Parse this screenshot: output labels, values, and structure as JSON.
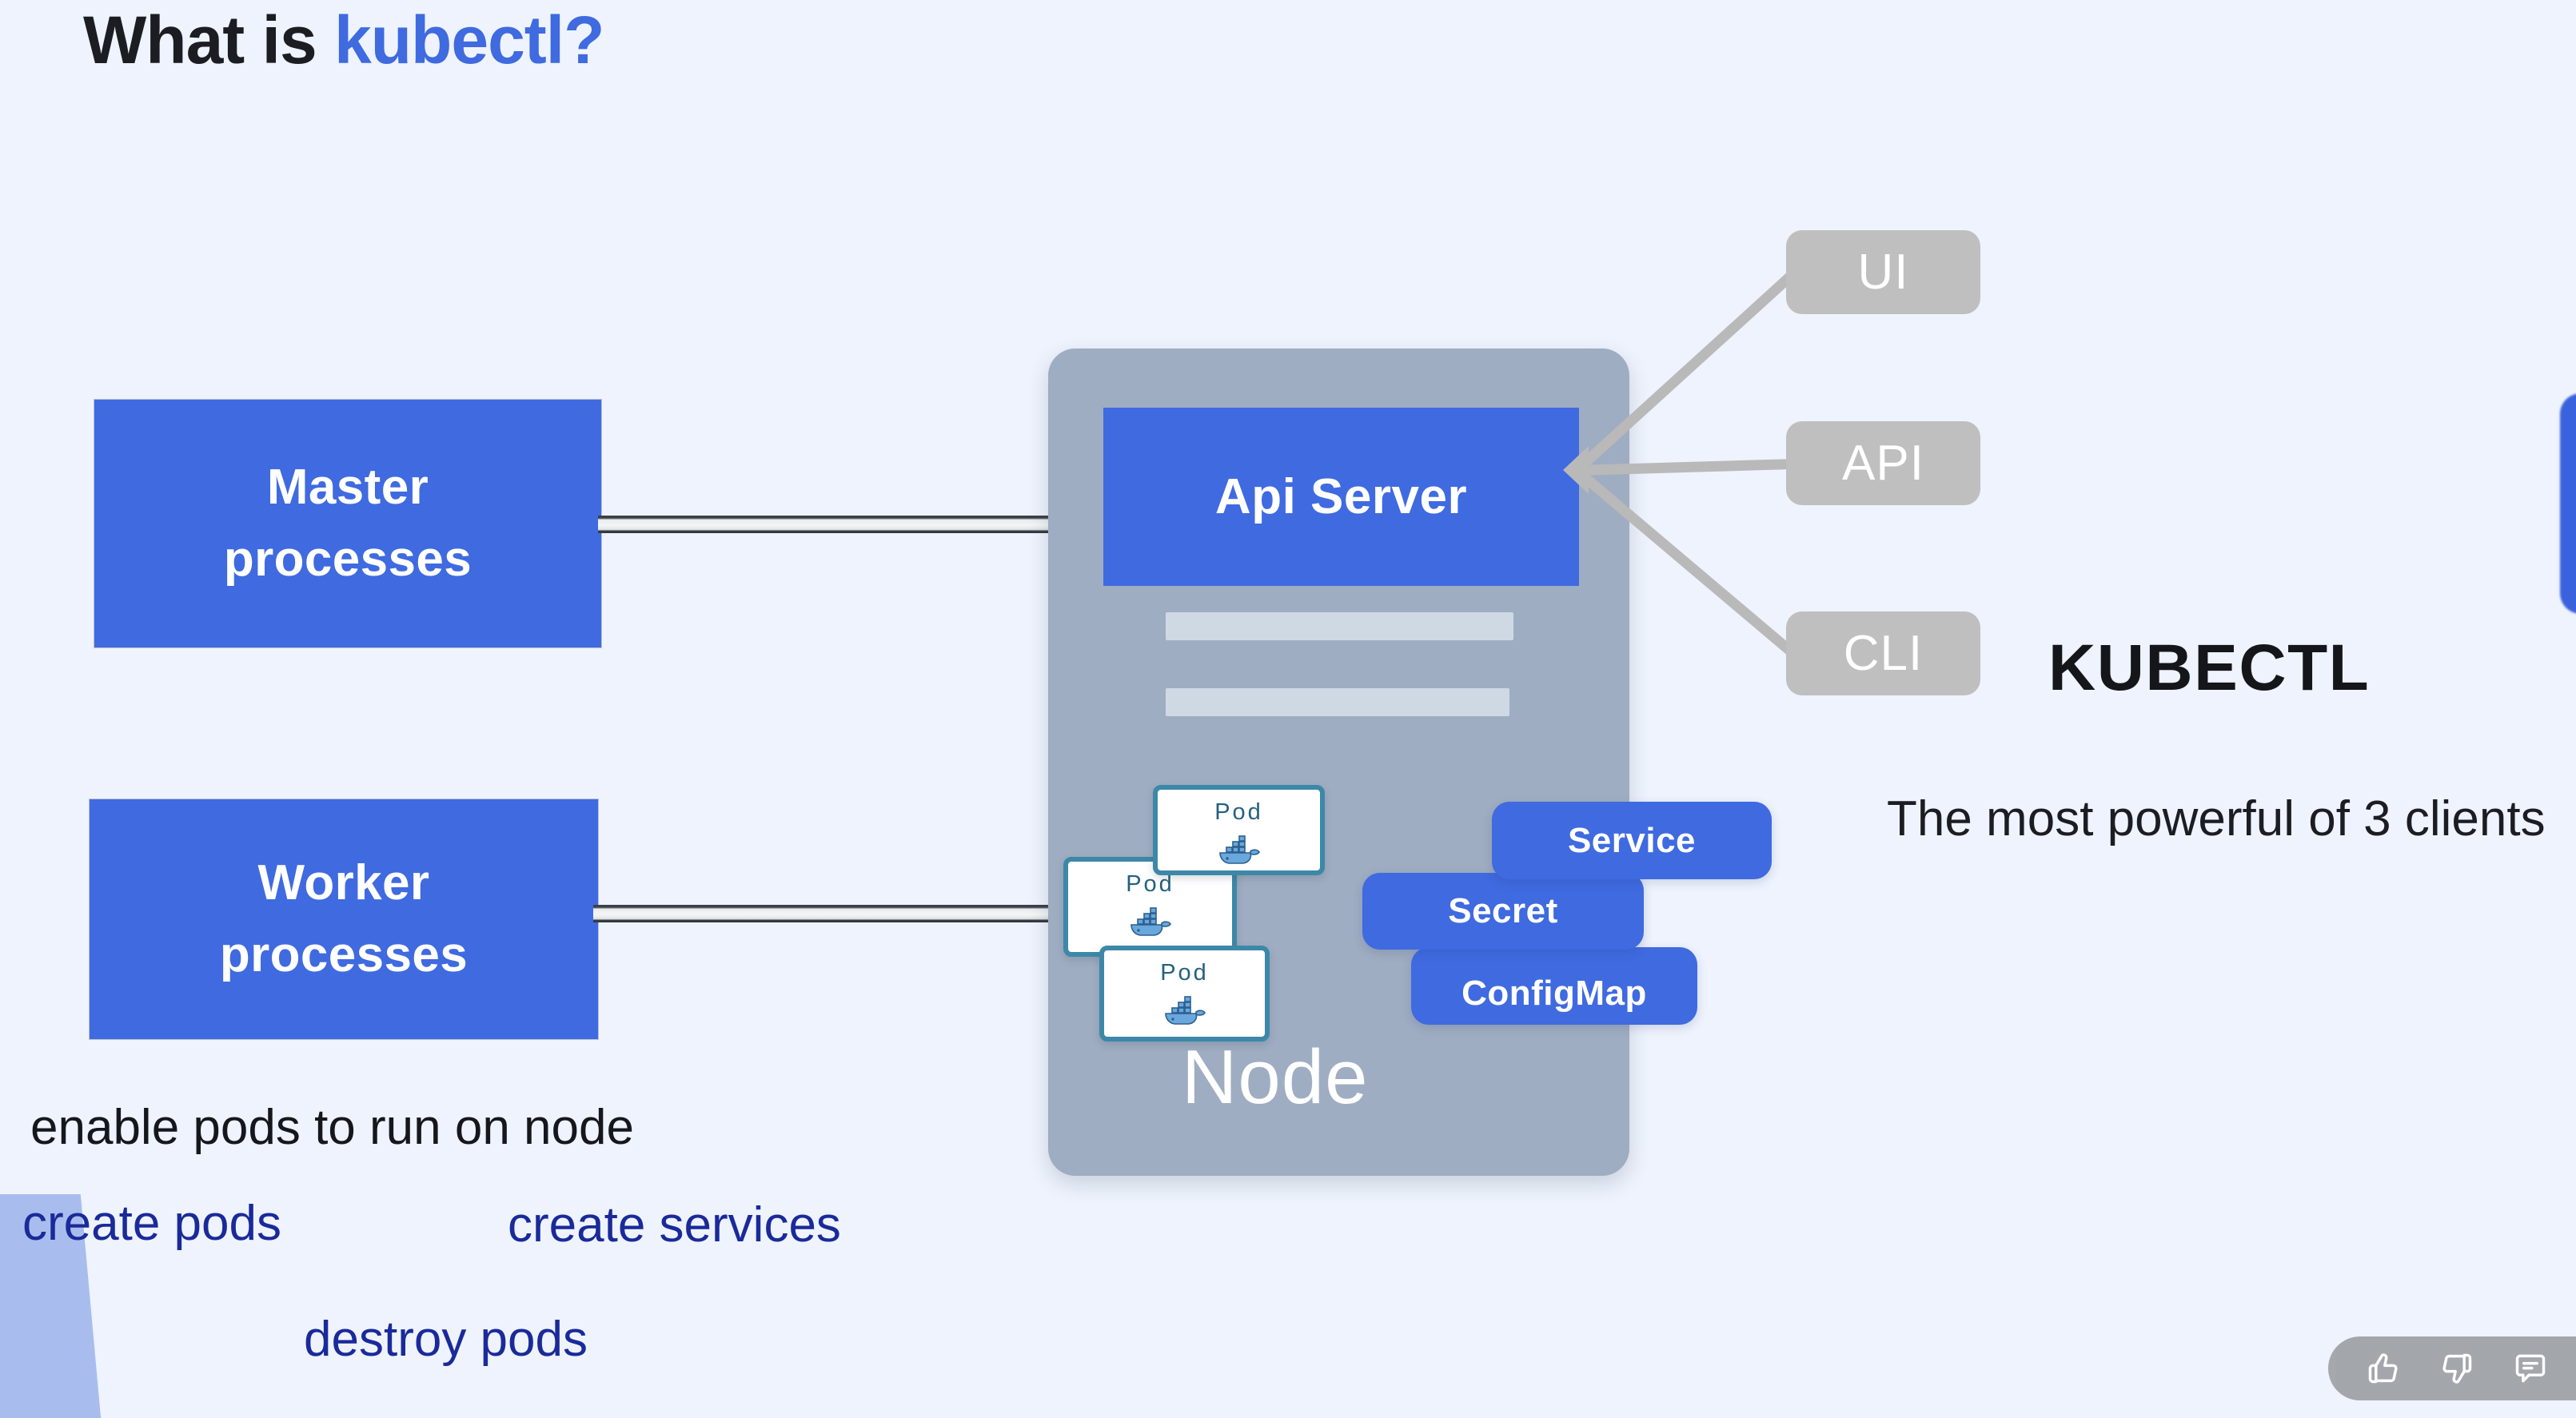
{
  "slide": {
    "title_plain": "What is ",
    "title_accent": "kubectl?",
    "background_color": "#eef3fd",
    "accent_color": "#3f6ae0"
  },
  "left_boxes": [
    {
      "name": "master",
      "line1": "Master",
      "line2": "processes",
      "color": "#3f6ae0"
    },
    {
      "name": "worker",
      "line1": "Worker",
      "line2": "processes",
      "color": "#3f6ae0"
    }
  ],
  "node": {
    "label": "Node",
    "color": "#9fadc2",
    "api_server": {
      "label": "Api Server",
      "color": "#3f6ae0"
    },
    "pods": [
      {
        "label": "Pod",
        "icon": "docker-whale-icon"
      },
      {
        "label": "Pod",
        "icon": "docker-whale-icon"
      },
      {
        "label": "Pod",
        "icon": "docker-whale-icon"
      }
    ],
    "resources": [
      {
        "label": "Service",
        "color": "#3f6ae0"
      },
      {
        "label": "Secret",
        "color": "#3f6ae0"
      },
      {
        "label": "ConfigMap",
        "color": "#3f6ae0"
      }
    ]
  },
  "clients": [
    {
      "label": "UI",
      "color": "#bfbfbf"
    },
    {
      "label": "API",
      "color": "#bfbfbf"
    },
    {
      "label": "CLI",
      "color": "#bfbfbf"
    }
  ],
  "kubectl": {
    "title": "KUBECTL",
    "description": "The most powerful of 3 clients"
  },
  "annotations": [
    {
      "name": "enable-pods",
      "text": "enable pods to run on node",
      "color": "#15171c"
    },
    {
      "name": "create-pods",
      "text": "create pods",
      "color": "#1a2a9a"
    },
    {
      "name": "create-services",
      "text": "create services",
      "color": "#1a2a9a"
    },
    {
      "name": "destroy-pods",
      "text": "destroy pods",
      "color": "#1a2a9a"
    }
  ],
  "feedback_bar": {
    "icons": [
      "thumbs-up-icon",
      "thumbs-down-icon",
      "comment-icon"
    ]
  }
}
